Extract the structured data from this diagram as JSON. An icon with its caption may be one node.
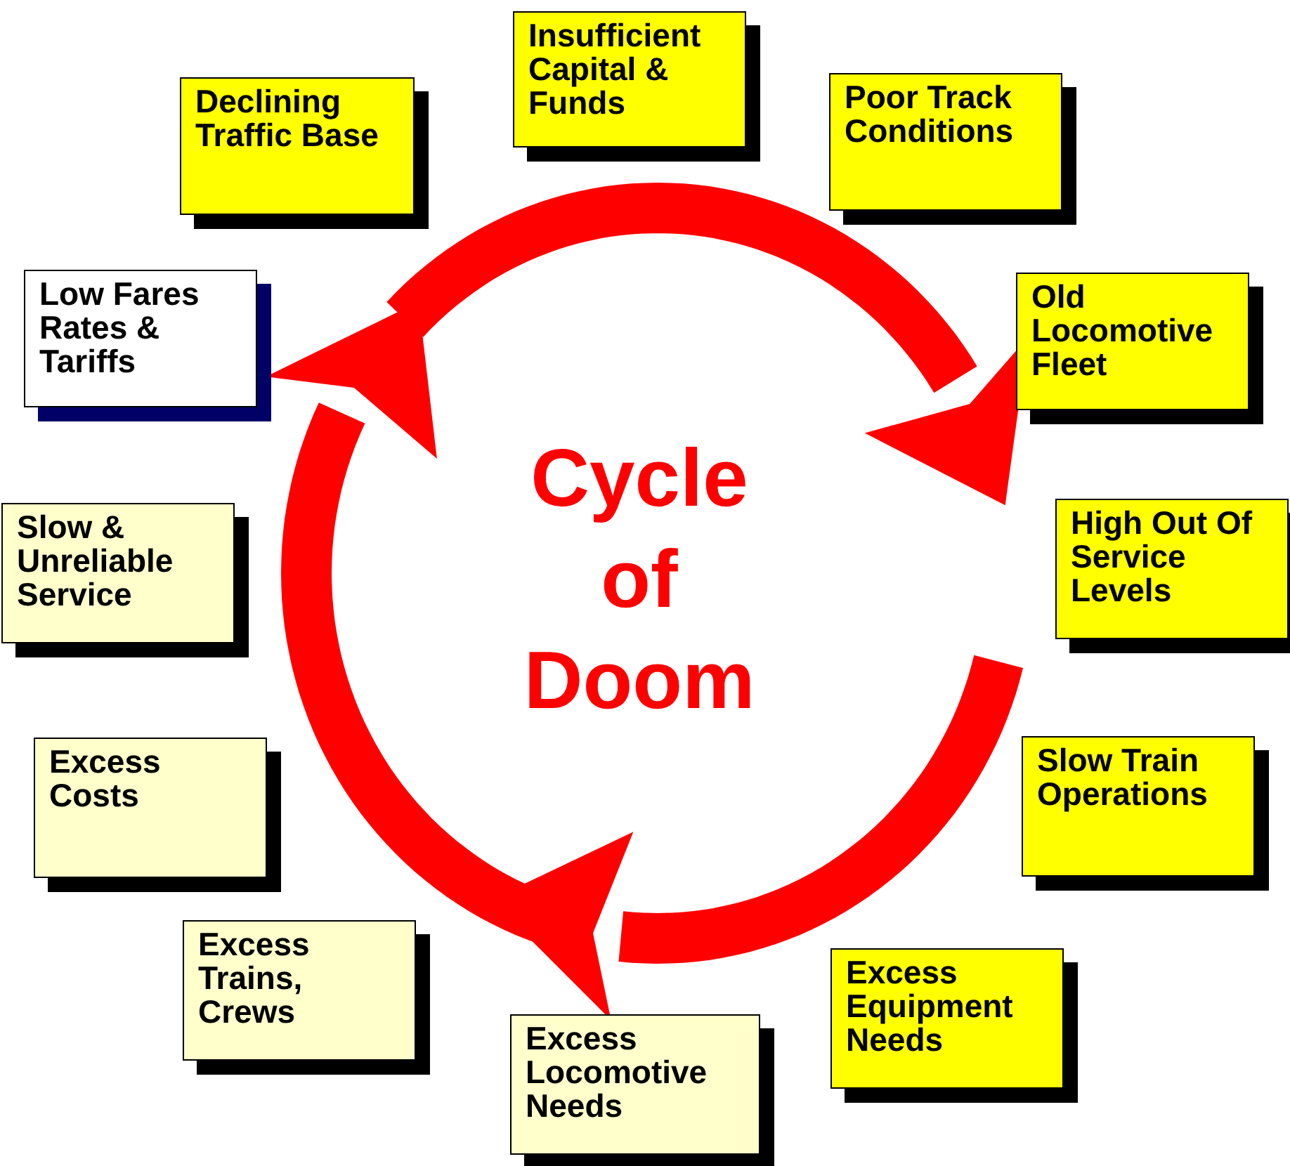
{
  "diagram": {
    "title": "Cycle of Doom",
    "nodes": [
      {
        "text": [
          "Declining Traffic Base"
        ]
      },
      {
        "text": [
          "Insufficient Capital & Funds"
        ]
      },
      {
        "text": [
          "Poor Track Conditions"
        ]
      },
      {
        "text": [
          "Old Locomotive Fleet"
        ]
      },
      {
        "text": [
          "High Out Of Service Levels"
        ]
      },
      {
        "text": [
          "Slow Train Operations"
        ]
      },
      {
        "text": [
          "Excess Equipment Needs"
        ]
      },
      {
        "text": [
          "Excess Locomotive Needs"
        ]
      },
      {
        "text": [
          "Excess Trains, Crews"
        ]
      },
      {
        "text": [
          "Excess Costs"
        ]
      },
      {
        "text": [
          "Slow & Unreliable Service"
        ]
      },
      {
        "text": [
          "Low Fares Rates & Tariffs"
        ]
      }
    ]
  }
}
